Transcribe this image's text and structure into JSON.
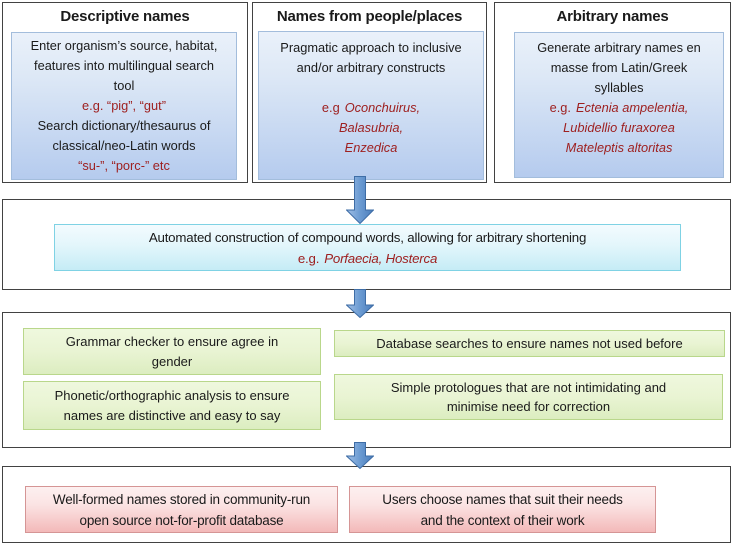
{
  "figure": {
    "top_panels": [
      {
        "header": "Descriptive names",
        "lines": [
          "Enter organism’s source, habitat,",
          "features into multilingual search",
          "tool",
          "e.g. “pig”, “gut”",
          "Search dictionary/thesaurus of",
          "classical/neo-Latin words",
          "“su-”, “porc-” etc"
        ]
      },
      {
        "header": "Names from people/places",
        "lines": [
          "Pragmatic approach to inclusive",
          "and/or arbitrary constructs"
        ],
        "eg_prefix": "e.g",
        "examples": [
          "Oconchuirus,",
          "Balasubria,",
          "Enzedica"
        ]
      },
      {
        "header": "Arbitrary names",
        "lines": [
          "Generate arbitrary names en",
          "masse from Latin/Greek",
          "syllables"
        ],
        "eg_prefix": "e.g.",
        "examples": [
          "Ectenia ampelentia,",
          "Lubidellio furaxorea",
          "Mateleptis altoritas"
        ]
      }
    ],
    "stage2": {
      "line1": "Automated construction of compound words, allowing for arbitrary shortening",
      "eg_prefix": "e.g.",
      "examples": "Porfaecia, Hosterca"
    },
    "stage3": {
      "grammar": "Grammar checker to ensure agree in gender",
      "database": "Database searches to ensure names not used before",
      "phonetic": "Phonetic/orthographic analysis to ensure names are distinctive and easy to say",
      "protologues": "Simple protologues that are not intimidating and minimise need for correction"
    },
    "stage4": {
      "stored": "Well-formed names stored in community-run open source not-for-profit database",
      "users": "Users choose names that suit their needs and the context of their work"
    },
    "colors": {
      "arrow_accent": "#5b8fce",
      "example_text": "#9e2020",
      "blue_box_border": "#a3bddc",
      "cyan_box_border": "#7fd2e4",
      "green_box_border": "#b9d78b",
      "red_box_border": "#d59595",
      "band_border": "#424242"
    }
  }
}
